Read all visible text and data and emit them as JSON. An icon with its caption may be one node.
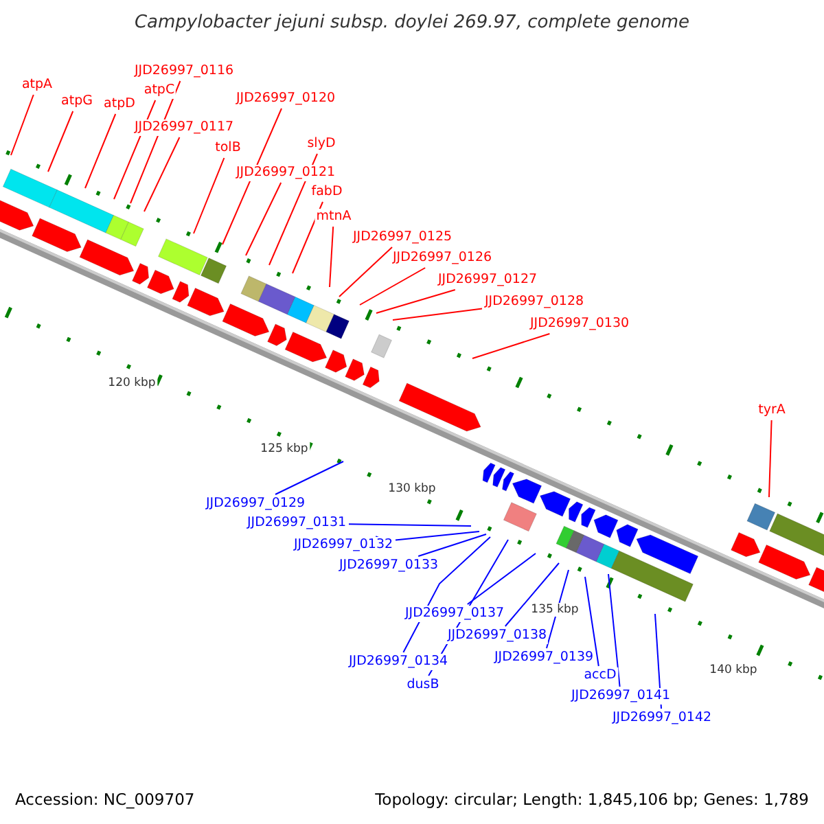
{
  "diagram": {
    "title": "Campylobacter jejuni subsp. doylei 269.97, complete genome",
    "nodes": [
      {
        "text": [
          "JJD26997_0116"
        ]
      },
      {
        "text": [
          "atpA"
        ]
      },
      {
        "text": [
          "atpC"
        ]
      },
      {
        "text": [
          "JJD26997_0120"
        ]
      },
      {
        "text": [
          "atpG"
        ]
      },
      {
        "text": [
          "atpD"
        ]
      },
      {
        "text": [
          "JJD26997_0117"
        ]
      },
      {
        "text": [
          "slyD"
        ]
      },
      {
        "text": [
          "tolB"
        ]
      },
      {
        "text": [
          "JJD26997_0121"
        ]
      },
      {
        "text": [
          "fabD"
        ]
      },
      {
        "text": [
          "mtnA"
        ]
      },
      {
        "text": [
          "JJD26997_0125"
        ]
      },
      {
        "text": [
          "JJD26997_0126"
        ]
      },
      {
        "text": [
          "JJD26997_0127"
        ]
      },
      {
        "text": [
          "JJD26997_0128"
        ]
      },
      {
        "text": [
          "JJD26997_0130"
        ]
      },
      {
        "text": [
          "tyrA"
        ]
      },
      {
        "text": [
          "JJD26997_0129"
        ]
      },
      {
        "text": [
          "JJD26997_0131"
        ]
      },
      {
        "text": [
          "JJD26997_0132"
        ]
      },
      {
        "text": [
          "JJD26997_0133"
        ]
      },
      {
        "text": [
          "JJD26997_0137"
        ]
      },
      {
        "text": [
          "JJD26997_0138"
        ]
      },
      {
        "text": [
          "JJD26997_0139"
        ]
      },
      {
        "text": [
          "JJD26997_0134"
        ]
      },
      {
        "text": [
          "accD"
        ]
      },
      {
        "text": [
          "dusB"
        ]
      },
      {
        "text": [
          "JJD26997_0141"
        ]
      },
      {
        "text": [
          "JJD26997_0142"
        ]
      }
    ],
    "edges": [
      {
        "from": 0,
        "to": null,
        "arrow": "none"
      },
      {
        "from": 1,
        "to": null,
        "arrow": "none"
      },
      {
        "from": 2,
        "to": null,
        "arrow": "none"
      },
      {
        "from": 3,
        "to": null,
        "arrow": "none"
      },
      {
        "from": 4,
        "to": null,
        "arrow": "none"
      },
      {
        "from": 5,
        "to": null,
        "arrow": "none"
      },
      {
        "from": 6,
        "to": null,
        "arrow": "none"
      },
      {
        "from": 7,
        "to": null,
        "arrow": "none"
      },
      {
        "from": 8,
        "to": null,
        "arrow": "none"
      },
      {
        "from": 9,
        "to": null,
        "arrow": "none"
      },
      {
        "from": 10,
        "to": null,
        "arrow": "none"
      },
      {
        "from": 11,
        "to": null,
        "arrow": "none"
      },
      {
        "from": 12,
        "to": null,
        "arrow": "none"
      },
      {
        "from": 13,
        "to": null,
        "arrow": "none"
      },
      {
        "from": 14,
        "to": null,
        "arrow": "none"
      },
      {
        "from": 15,
        "to": null,
        "arrow": "none"
      },
      {
        "from": 16,
        "to": null,
        "arrow": "none"
      },
      {
        "from": 17,
        "to": null,
        "arrow": "none"
      },
      {
        "from": 18,
        "to": null,
        "arrow": "none",
        "color": "#0000ff"
      },
      {
        "from": 19,
        "to": null,
        "arrow": "none",
        "color": "#0000ff"
      },
      {
        "from": 20,
        "to": null,
        "arrow": "none",
        "color": "#0000ff"
      },
      {
        "from": 21,
        "to": null,
        "arrow": "none",
        "color": "#0000ff"
      },
      {
        "from": 22,
        "to": null,
        "arrow": "none",
        "color": "#0000ff"
      },
      {
        "from": 23,
        "to": null,
        "arrow": "none",
        "color": "#0000ff"
      },
      {
        "from": 24,
        "to": null,
        "arrow": "none",
        "color": "#0000ff"
      },
      {
        "from": 25,
        "to": null,
        "arrow": "none",
        "color": "#0000ff"
      },
      {
        "from": 26,
        "to": null,
        "arrow": "none",
        "color": "#0000ff"
      },
      {
        "from": 27,
        "to": null,
        "arrow": "none",
        "color": "#0000ff"
      },
      {
        "from": 28,
        "to": null,
        "arrow": "none",
        "color": "#0000ff"
      },
      {
        "from": 29,
        "to": null,
        "arrow": "none",
        "color": "#0000ff"
      }
    ],
    "labels": [
      "120 kbp",
      "125 kbp",
      "130 kbp",
      "135 kbp",
      "140 kbp",
      "Accession: NC_009707",
      "Topology: circular; Length: 1,845,106 bp; Genes: 1,789"
    ]
  }
}
